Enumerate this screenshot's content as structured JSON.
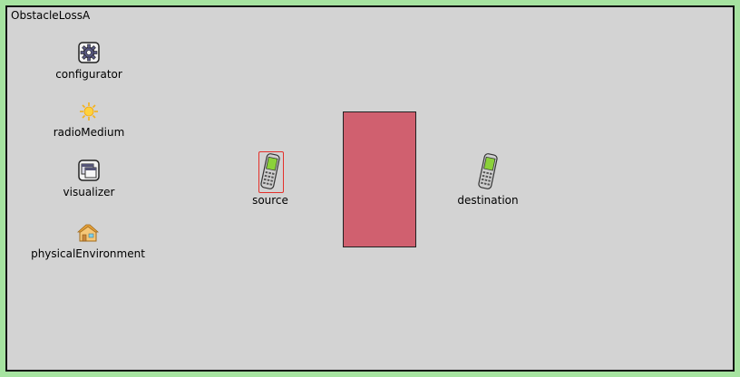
{
  "network": {
    "title": "ObstacleLossA"
  },
  "modules": [
    {
      "name": "configurator",
      "icon": "gear-icon"
    },
    {
      "name": "radioMedium",
      "icon": "sun-icon"
    },
    {
      "name": "visualizer",
      "icon": "window-icon"
    },
    {
      "name": "physicalEnvironment",
      "icon": "house-icon"
    },
    {
      "name": "source",
      "icon": "cellphone-icon",
      "selected": true
    },
    {
      "name": "destination",
      "icon": "cellphone-icon"
    }
  ],
  "obstacle": {
    "color": "#d0606f"
  },
  "colors": {
    "frame": "#a6e3a0",
    "canvas": "#d3d3d3",
    "selection": "#e4302a"
  }
}
